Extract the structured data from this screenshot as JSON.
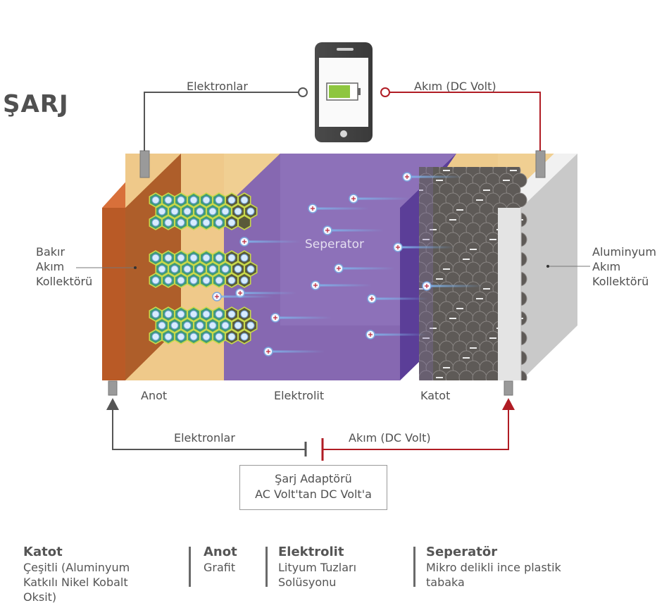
{
  "title": "ŞARJ",
  "top_circuit": {
    "left_label": "Elektronlar",
    "right_label": "Akım (DC Volt)"
  },
  "bottom_circuit": {
    "left_label": "Elektronlar",
    "right_label": "Akım (DC Volt)"
  },
  "side_labels": {
    "left": "Bakır\nAkım\nKollektörü",
    "right": "Aluminyum\nAkım\nKollektörü"
  },
  "region_labels": {
    "anode": "Anot",
    "electrolyte": "Elektrolit",
    "cathode": "Katot",
    "separator": "Seperator"
  },
  "adapter": {
    "line1": "Şarj Adaptörü",
    "line2": "AC Volt'tan DC Volt'a"
  },
  "legend": [
    {
      "heading": "Katot",
      "text": "Çeşitli (Aluminyum\nKatkılı Nikel Kobalt\nOksit)"
    },
    {
      "heading": "Anot",
      "text": "Grafit"
    },
    {
      "heading": "Elektrolit",
      "text": "Lityum Tuzları\nSolüsyonu"
    },
    {
      "heading": "Seperatör",
      "text": "Mikro delikli ince plastik\ntabaka"
    }
  ],
  "colors": {
    "copper": "#c8622a",
    "anode": "#eec98a",
    "electrolyte": "#8a6db3",
    "separator_dark": "#5a3c94",
    "cathode_metal": "#d9d9d9",
    "positive_wire": "#b01c24",
    "negative_wire": "#555555",
    "ion": "#6ea7e0"
  }
}
